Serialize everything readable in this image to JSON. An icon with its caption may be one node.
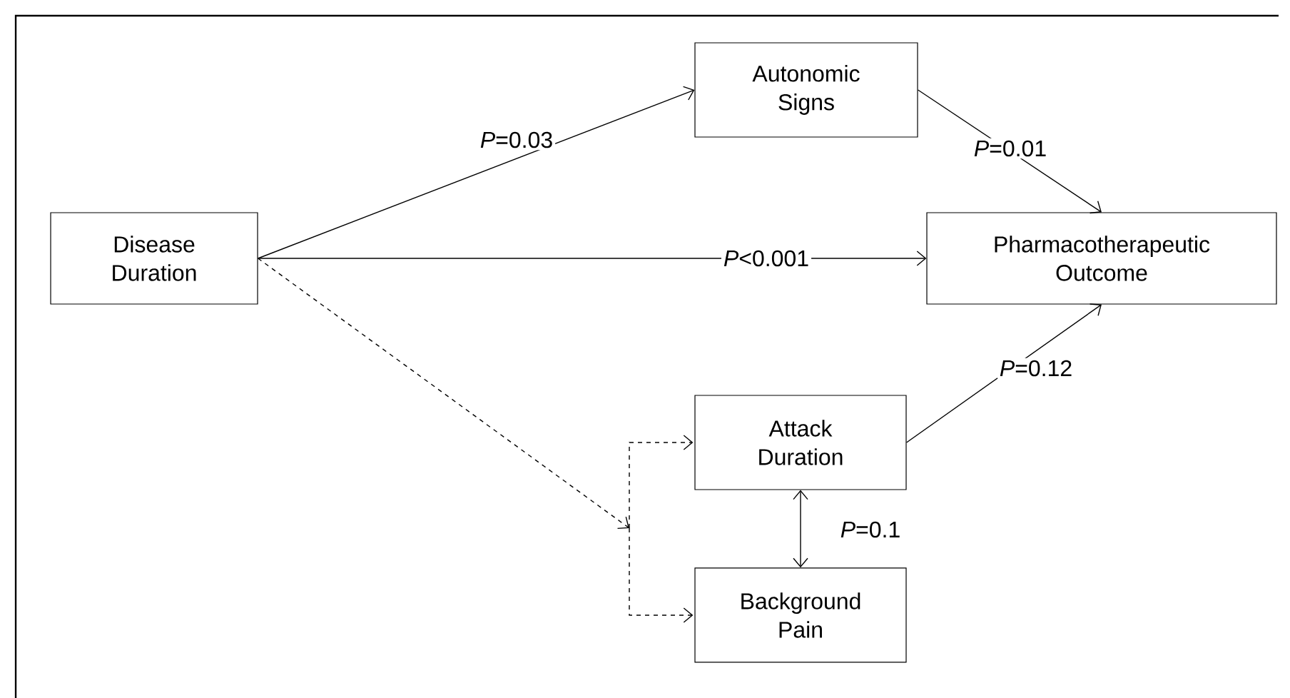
{
  "diagram": {
    "nodes": [
      {
        "text": [
          "Disease Duration"
        ]
      },
      {
        "text": [
          "Autonomic Signs"
        ]
      },
      {
        "text": [
          "Pharmacotherapeutic Outcome"
        ]
      },
      {
        "text": [
          "Attack Duration"
        ]
      },
      {
        "text": [
          "Background Pain"
        ]
      }
    ],
    "edges": [
      {
        "from": 0,
        "to": 1,
        "arrow": "to",
        "label": "*P*=0.03"
      },
      {
        "from": 1,
        "to": 2,
        "arrow": "to",
        "label": "*P*=0.01"
      },
      {
        "from": 0,
        "to": 2,
        "arrow": "to",
        "label": "*P*<0.001"
      },
      {
        "from": 3,
        "to": 2,
        "arrow": "to",
        "label": "*P*=0.12"
      },
      {
        "from": 3,
        "to": 4,
        "arrow": "both",
        "label": "*P*=0.1"
      },
      {
        "from": 0,
        "to": 3,
        "arrow": "to",
        "style": "dashed"
      },
      {
        "from": 0,
        "to": 4,
        "arrow": "to",
        "style": "dashed"
      }
    ]
  }
}
